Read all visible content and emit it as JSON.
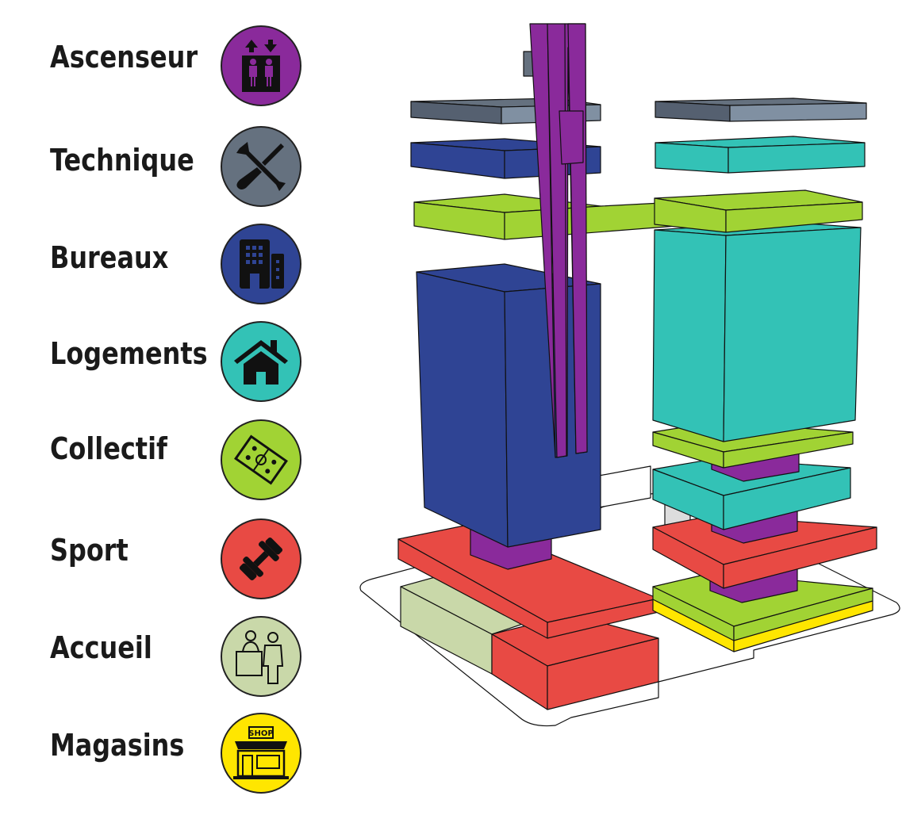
{
  "legend": [
    {
      "label": "Ascenseur",
      "icon": "elevator-icon",
      "color": "#8a2a9b"
    },
    {
      "label": "Technique",
      "icon": "tools-icon",
      "color": "#65717f"
    },
    {
      "label": "Bureaux",
      "icon": "office-building-icon",
      "color": "#2f4494"
    },
    {
      "label": "Logements",
      "icon": "house-icon",
      "color": "#33c2b6"
    },
    {
      "label": "Collectif",
      "icon": "tactics-board-icon",
      "color": "#a1d334"
    },
    {
      "label": "Sport",
      "icon": "dumbbell-icon",
      "color": "#e84a44"
    },
    {
      "label": "Accueil",
      "icon": "reception-desk-icon",
      "color": "#c9d8a9"
    },
    {
      "label": "Magasins",
      "icon": "shop-icon",
      "color": "#ffe600"
    }
  ],
  "shop_sign": "SHOP"
}
